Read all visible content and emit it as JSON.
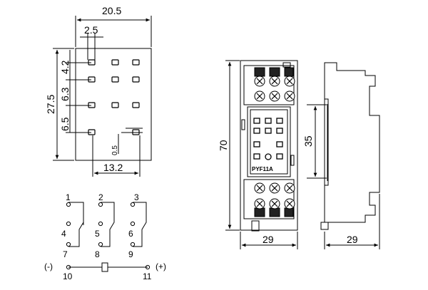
{
  "footprint": {
    "width_label": "20.5",
    "pitch_label": "2.5",
    "height_label": "27.5",
    "row_labels": [
      "4.2",
      "6.3",
      "6.5"
    ],
    "small_offset_label": "0.5",
    "bottom_label": "13.2"
  },
  "schematic": {
    "top_terminals": [
      "1",
      "2",
      "3"
    ],
    "mid_terminals": [
      "4",
      "5",
      "6"
    ],
    "low_terminals": [
      "7",
      "8",
      "9"
    ],
    "coil_left_terminal": "10",
    "coil_right_terminal": "11",
    "minus_sign": "(-)",
    "plus_sign": "(+)"
  },
  "front_view": {
    "height_label": "70",
    "width_label": "29",
    "model_label": "PYF11A",
    "center_height_label": "35"
  },
  "side_view": {
    "width_label": "29"
  }
}
